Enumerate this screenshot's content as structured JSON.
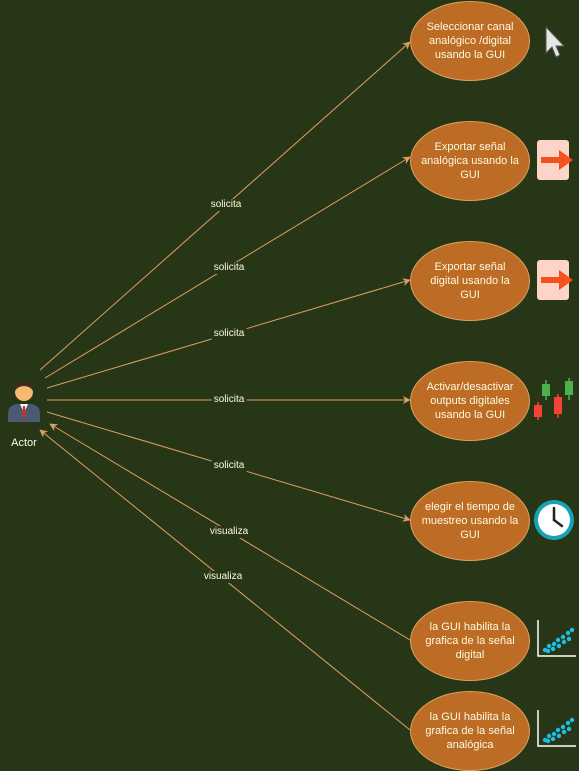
{
  "actor": {
    "label": "Actor",
    "icon": "person-icon"
  },
  "use_cases": [
    {
      "id": "uc1",
      "label": "Seleccionar canal analógico /digital usando la GUI",
      "icon": "cursor-icon"
    },
    {
      "id": "uc2",
      "label": "Exportar señal analógica usando la GUI",
      "icon": "export-arrow-icon"
    },
    {
      "id": "uc3",
      "label": "Exportar señal digital usando la GUI",
      "icon": "export-arrow-icon"
    },
    {
      "id": "uc4",
      "label": "Activar/desactivar outputs digitales usando la GUI",
      "icon": "candlestick-icon"
    },
    {
      "id": "uc5",
      "label": "elegir el  tiempo de muestreo usando la GUI",
      "icon": "clock-icon"
    },
    {
      "id": "uc6",
      "label": "la GUI habilita la grafica de la señal digital",
      "icon": "scatter-plot-icon"
    },
    {
      "id": "uc7",
      "label": "la GUI habilita la grafica de la señal analógica",
      "icon": "scatter-plot-icon"
    }
  ],
  "edges": [
    {
      "from": "actor",
      "to": "uc1",
      "label": "solicita"
    },
    {
      "from": "actor",
      "to": "uc2",
      "label": "solicita"
    },
    {
      "from": "actor",
      "to": "uc3",
      "label": "solicita"
    },
    {
      "from": "actor",
      "to": "uc4",
      "label": "solicita"
    },
    {
      "from": "actor",
      "to": "uc5",
      "label": "solicita"
    },
    {
      "from": "uc6",
      "to": "actor",
      "label": "visualiza"
    },
    {
      "from": "uc7",
      "to": "actor",
      "label": "visualiza"
    }
  ],
  "colors": {
    "background": "#283618",
    "usecase_fill": "#bc6c25",
    "usecase_border": "#dda15e",
    "edge": "#dda15e",
    "text": "#fefae0"
  }
}
